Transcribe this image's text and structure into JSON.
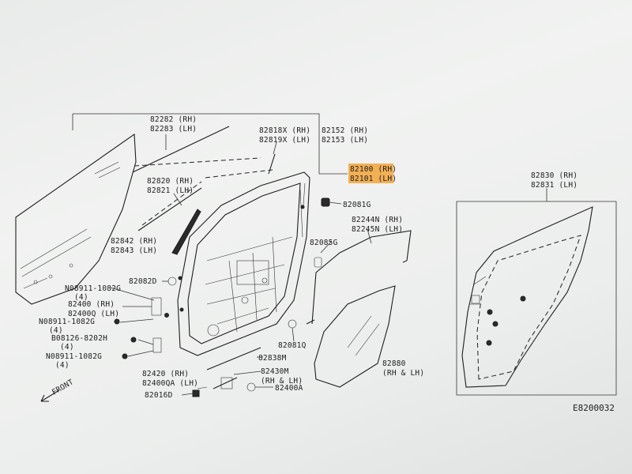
{
  "diagram_code": "E8200032",
  "front_label": "FRONT",
  "highlight_color": "#f2a53a",
  "labels": {
    "l82282_rh": "82282 (RH)",
    "l82283_lh": "82283 (LH)",
    "l82818x_rh": "82818X (RH)",
    "l82819x_lh": "82819X (LH)",
    "l82152_rh": "82152 (RH)",
    "l82153_lh": "82153 (LH)",
    "l82100_rh": "82100 (RH)",
    "l82101_lh": "82101 (LH)",
    "l82820_rh": "82820 (RH)",
    "l82821_lh": "82821 (LH)",
    "l82081g": "82081G",
    "l82244n_rh": "82244N (RH)",
    "l82245n_lh": "82245N (LH)",
    "l82842_rh": "82842 (RH)",
    "l82843_lh": "82843 (LH)",
    "l82085g": "82085G",
    "l82082d": "82082D",
    "l08911_1082g_a": "N08911-1082G",
    "l08911_1082g_a_qty": "(4)",
    "l82400_rh": "82400 (RH)",
    "l82400q_lh": "82400Q (LH)",
    "l08911_1082g_b": "N08911-1082G",
    "l08911_1082g_b_qty": "(4)",
    "l08126_8202h": "B08126-8202H",
    "l08126_8202h_qty": "(4)",
    "l08911_1082g_c": "N08911-1082G",
    "l08911_1082g_c_qty": "(4)",
    "l82081q": "82081Q",
    "l82880": "82880",
    "l82880_sides": "(RH & LH)",
    "l82838m": "82838M",
    "l82420_rh": "82420 (RH)",
    "l82400qa_lh": "82400QA (LH)",
    "l82430m": "82430M",
    "l82430m_sides": "(RH & LH)",
    "l82400a": "82400A",
    "l82016d": "82016D",
    "l82830_rh": "82830 (RH)",
    "l82831_lh": "82831 (LH)"
  }
}
